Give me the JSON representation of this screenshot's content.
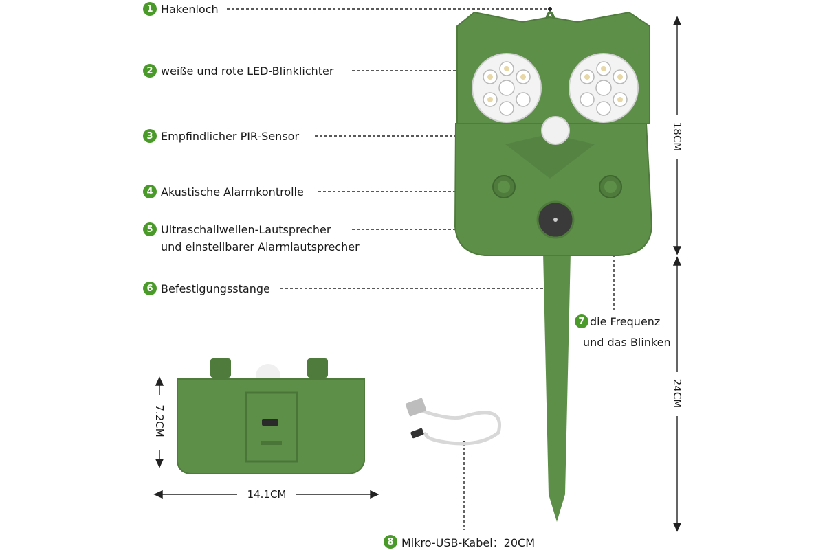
{
  "callouts": [
    {
      "num": "1",
      "text": "Hakenloch"
    },
    {
      "num": "2",
      "text": "weiße und rote LED-Blinklichter"
    },
    {
      "num": "3",
      "text": "Empfindlicher PIR-Sensor"
    },
    {
      "num": "4",
      "text": "Akustische Alarmkontrolle"
    },
    {
      "num": "5",
      "text": "Ultraschallwellen-Lautsprecher",
      "line2": "und einstellbarer Alarmlautsprecher"
    },
    {
      "num": "6",
      "text": "Befestigungsstange"
    },
    {
      "num": "7",
      "text": "die Frequenz",
      "line2": "und das Blinken"
    },
    {
      "num": "8",
      "text": "Mikro-USB-Kabel：20CM"
    }
  ],
  "dimensions": {
    "height_top": "18CM",
    "height_bottom": "24CM",
    "box_height": "7.2CM",
    "box_width": "14.1CM"
  },
  "colors": {
    "device_green": "#5e8f48",
    "device_dark": "#4f7c3c",
    "badge_green": "#4a9a2a"
  }
}
